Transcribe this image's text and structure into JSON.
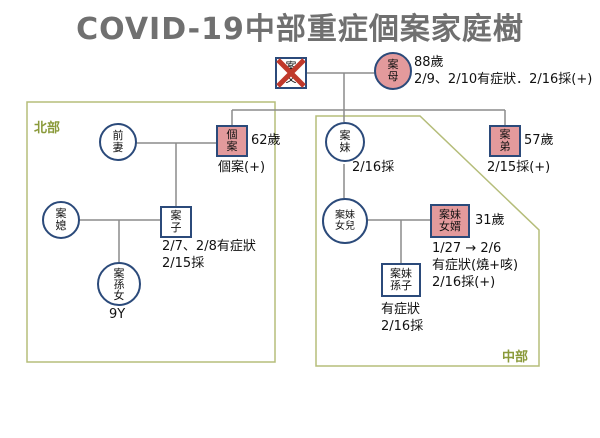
{
  "title": "COVID-19中部重症個案家庭樹",
  "regions": {
    "north": "北部",
    "central": "中部"
  },
  "colors": {
    "line": "#8b8b8b",
    "border": "#2b4a7a",
    "positive_fill": "#e39a9c",
    "region_border": "#b5bd7a",
    "cross": "#c0392b"
  },
  "nodes": {
    "father": "案父",
    "mother": "案母",
    "index_case": "個案",
    "ex_wife": "前妻",
    "son": "案子",
    "daughter_in_law": "案媳",
    "granddaughter": "案孫女",
    "sister": "案妹",
    "brother": "案弟",
    "niece": "案妹女兒",
    "niece_husband": "案妹女婿",
    "grandnephew": "案妹孫子"
  },
  "annotations": {
    "mother_age": "88歲",
    "mother_info": "2/9、2/10有症狀．2/16採(+)",
    "index_age": "62歲",
    "index_info": "個案(+)",
    "son_info_1": "2/7、2/8有症狀",
    "son_info_2": "2/15採",
    "granddaughter_age": "9Y",
    "sister_info": "2/16採",
    "brother_age": "57歲",
    "brother_info": "2/15採(+)",
    "niece_husband_age": "31歲",
    "niece_husband_info_1": "1/27 → 2/6",
    "niece_husband_info_2": "有症狀(燒+咳)",
    "niece_husband_info_3": "2/16採(+)",
    "grandnephew_info_1": "有症狀",
    "grandnephew_info_2": "2/16採"
  }
}
